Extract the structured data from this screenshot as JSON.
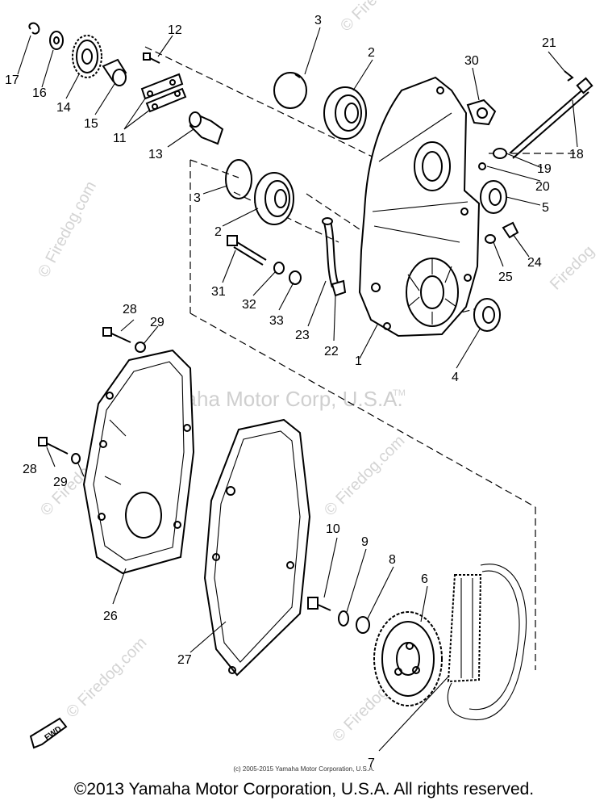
{
  "callouts": [
    {
      "label": "1"
    },
    {
      "label": "2"
    },
    {
      "label": "2"
    },
    {
      "label": "3"
    },
    {
      "label": "3"
    },
    {
      "label": "4"
    },
    {
      "label": "5"
    },
    {
      "label": "6"
    },
    {
      "label": "7"
    },
    {
      "label": "8"
    },
    {
      "label": "9"
    },
    {
      "label": "10"
    },
    {
      "label": "11"
    },
    {
      "label": "12"
    },
    {
      "label": "13"
    },
    {
      "label": "14"
    },
    {
      "label": "15"
    },
    {
      "label": "16"
    },
    {
      "label": "17"
    },
    {
      "label": "18"
    },
    {
      "label": "19"
    },
    {
      "label": "20"
    },
    {
      "label": "21"
    },
    {
      "label": "22"
    },
    {
      "label": "23"
    },
    {
      "label": "24"
    },
    {
      "label": "25"
    },
    {
      "label": "26"
    },
    {
      "label": "27"
    },
    {
      "label": "28"
    },
    {
      "label": "28"
    },
    {
      "label": "29"
    },
    {
      "label": "29"
    },
    {
      "label": "30"
    },
    {
      "label": "31"
    },
    {
      "label": "32"
    },
    {
      "label": "33"
    }
  ],
  "watermarks": {
    "site": "© Firedog.com",
    "site_short": "Firedog",
    "center": "Yamaha Motor Corp, U.S.A.",
    "tm": "TM"
  },
  "fwd_label": "FWD",
  "small_credit": "(c) 2005-2015 Yamaha Motor Corporation, U.S.A.",
  "footer": "©2013 Yamaha Motor Corporation, U.S.A. All rights reserved."
}
